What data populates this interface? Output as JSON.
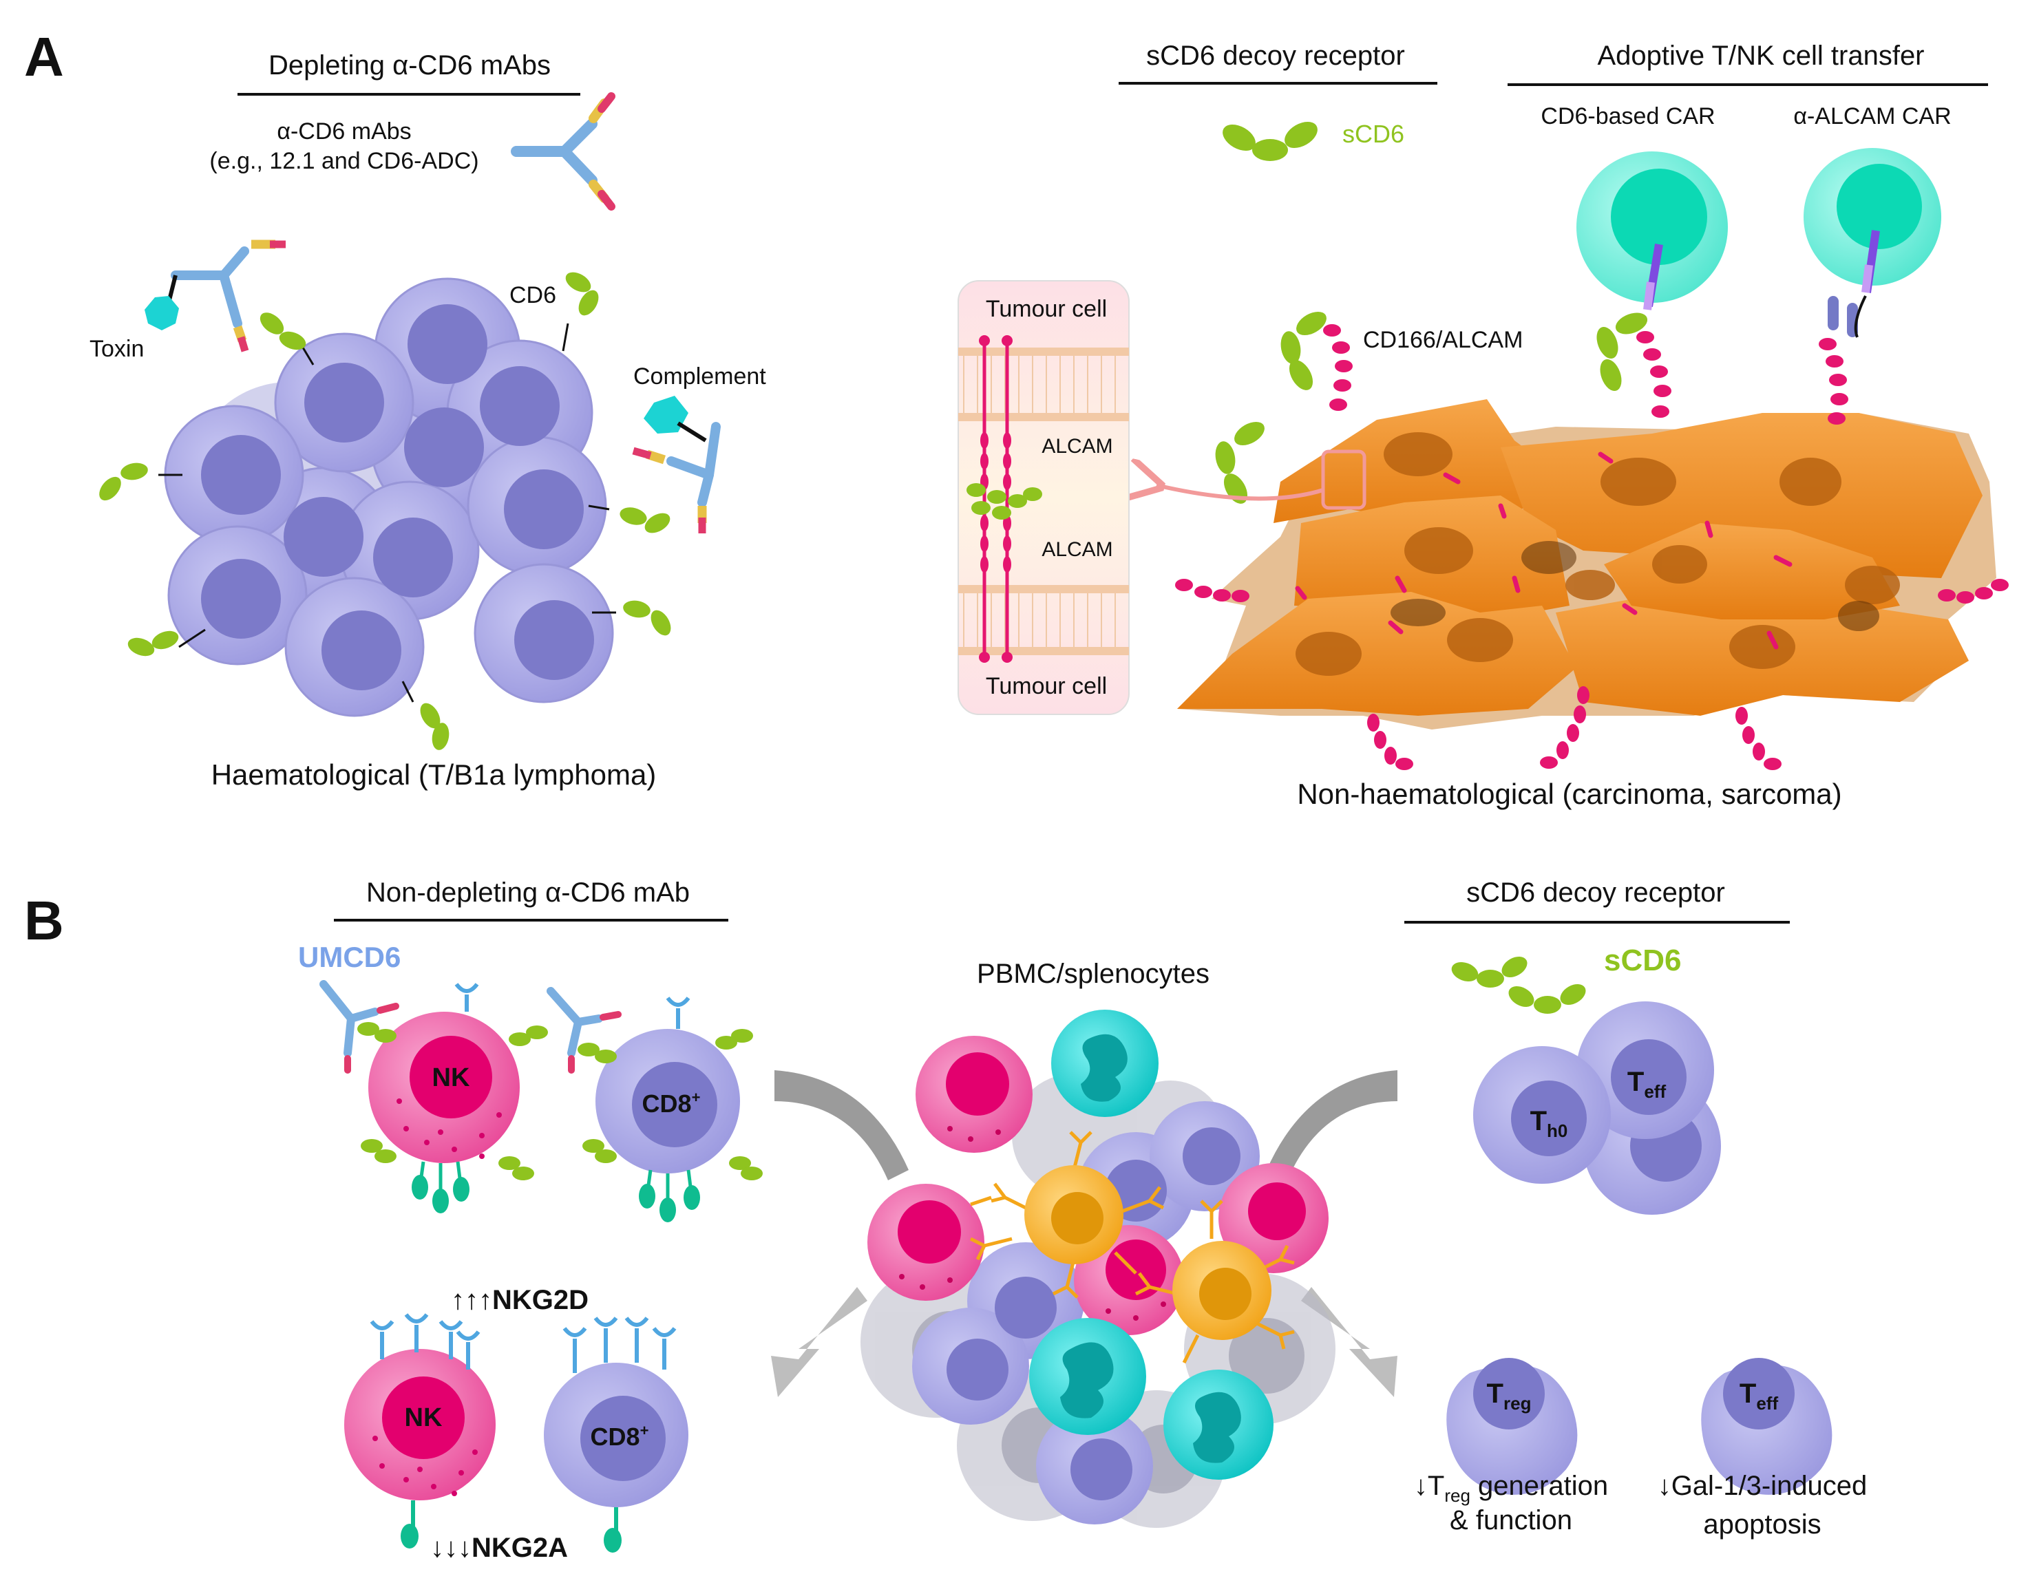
{
  "panel_a": {
    "label": "A",
    "depleting": {
      "heading": "Depleting α-CD6 mAbs",
      "mab_line1": "α-CD6 mAbs",
      "mab_line2": "(e.g., 12.1 and CD6-ADC)",
      "toxin": "Toxin",
      "cd6": "CD6",
      "complement": "Complement",
      "caption": "Haematological (T/B1a lymphoma)"
    },
    "decoy": {
      "heading": "sCD6 decoy receptor",
      "scd6": "sCD6"
    },
    "adoptive": {
      "heading": "Adoptive T/NK cell transfer",
      "car1": "CD6-based CAR",
      "car2": "α-ALCAM CAR"
    },
    "inset": {
      "top": "Tumour cell",
      "alcam1": "ALCAM",
      "alcam2": "ALCAM",
      "bottom": "Tumour cell"
    },
    "cd166": "CD166/ALCAM",
    "caption_right": "Non-haematological (carcinoma, sarcoma)"
  },
  "panel_b": {
    "label": "B",
    "nondepleting": {
      "heading": "Non-depleting α-CD6 mAb",
      "umcd6": "UMCD6",
      "nk": "NK",
      "cd8_main": "CD8",
      "cd8_sup": "+"
    },
    "nkg2d": {
      "arrows": "↑↑↑",
      "name": "NKG2D"
    },
    "nkg2a": {
      "arrows": "↓↓↓",
      "name": "NKG2A"
    },
    "pbmc": "PBMC/splenocytes",
    "decoy": {
      "heading": "sCD6 decoy receptor",
      "scd6": "sCD6"
    },
    "t_cells": {
      "t_letter": "T",
      "th0_sub": "h0",
      "teff_sub": "eff",
      "treg_sub": "reg"
    },
    "treg_caption": {
      "arrow": "↓T",
      "sub": "reg",
      "rest": " generation",
      "line2": "& function"
    },
    "teff_caption": {
      "line1": "↓Gal-1/3-induced",
      "line2": "apoptosis"
    }
  },
  "colors": {
    "cell_purple": "#aaa9e6",
    "nucleus_purple": "#7b79c9",
    "scd6_green": "#8fc31f",
    "alcam_magenta": "#e5156f",
    "tumour_orange": "#f09022",
    "nk_pink": "#ea4f9e",
    "nk_nucleus": "#e3006e",
    "car_teal": "#5ee8d4",
    "dendritic_orange": "#f4a619",
    "cyan_cell": "#14c8c8",
    "antibody_blue": "#6fa4d6"
  }
}
